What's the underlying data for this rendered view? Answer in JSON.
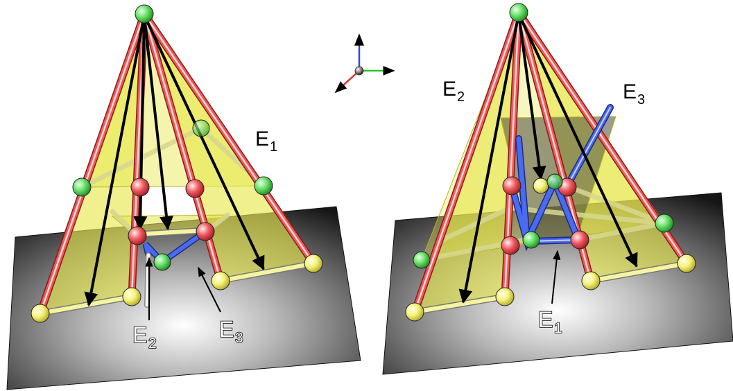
{
  "labels": {
    "left": {
      "e1": {
        "main": "E",
        "sub": "1"
      },
      "e2": {
        "main": "E",
        "sub": "2"
      },
      "e3": {
        "main": "E",
        "sub": "3"
      }
    },
    "right": {
      "e1": {
        "main": "E",
        "sub": "1"
      },
      "e2": {
        "main": "E",
        "sub": "2"
      },
      "e3": {
        "main": "E",
        "sub": "3"
      }
    }
  },
  "colors": {
    "edge_red": "#e84a4a",
    "edge_blue": "#3a5ce8",
    "edge_yellow": "#f2ec7a",
    "face_yellow": "#eaea40",
    "node_green": "#60e060",
    "node_red": "#ef5a60",
    "node_yellow": "#f4f27a",
    "arrow": "#000000",
    "axis_up": "#2a4ae8",
    "axis_right": "#28c828",
    "axis_left": "#e03030"
  },
  "icons": {
    "axis_triad": "xyz-axis-icon"
  }
}
